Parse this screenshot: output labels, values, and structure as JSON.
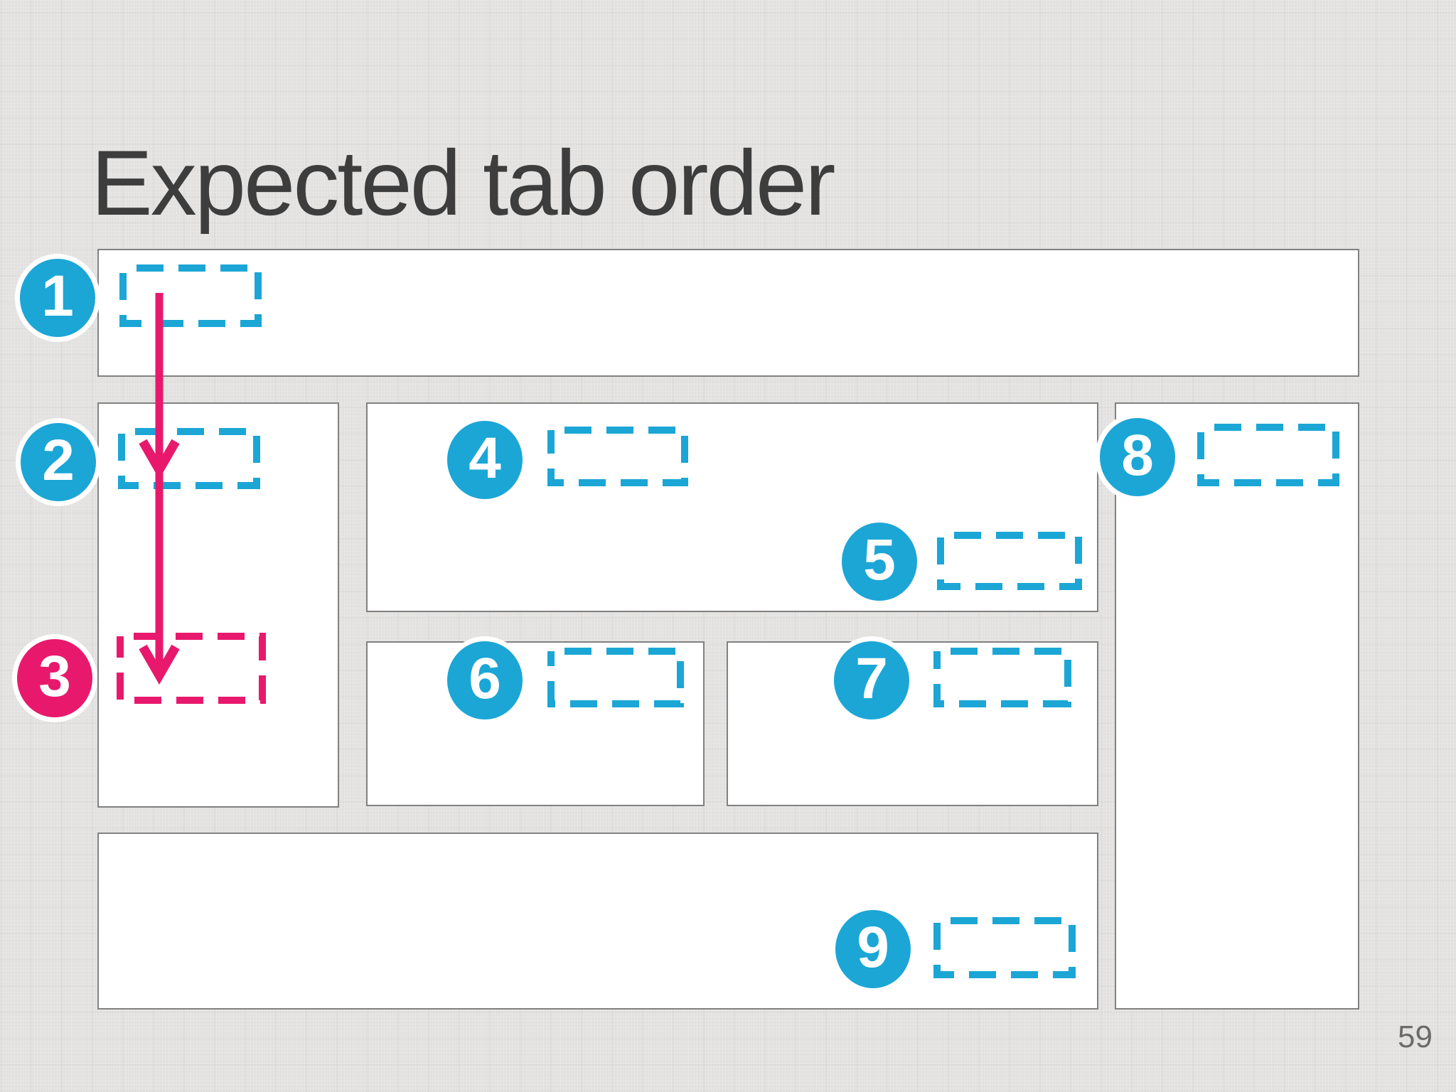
{
  "slide": {
    "title": "Expected tab order",
    "page_number": "59"
  },
  "colors": {
    "accent_blue": "#1ba6d6",
    "accent_pink": "#e8196d",
    "panel_fill": "#ffffff",
    "panel_border": "#818181",
    "background": "#e2e1e0",
    "title_color": "#3d3d3d"
  },
  "tab_stops": [
    {
      "label": "1",
      "color": "blue"
    },
    {
      "label": "2",
      "color": "blue"
    },
    {
      "label": "3",
      "color": "pink"
    },
    {
      "label": "4",
      "color": "blue"
    },
    {
      "label": "5",
      "color": "blue"
    },
    {
      "label": "6",
      "color": "blue"
    },
    {
      "label": "7",
      "color": "blue"
    },
    {
      "label": "8",
      "color": "blue"
    },
    {
      "label": "9",
      "color": "blue"
    }
  ],
  "arrow": {
    "from": "1",
    "via": "2",
    "to": "3",
    "color": "pink"
  }
}
